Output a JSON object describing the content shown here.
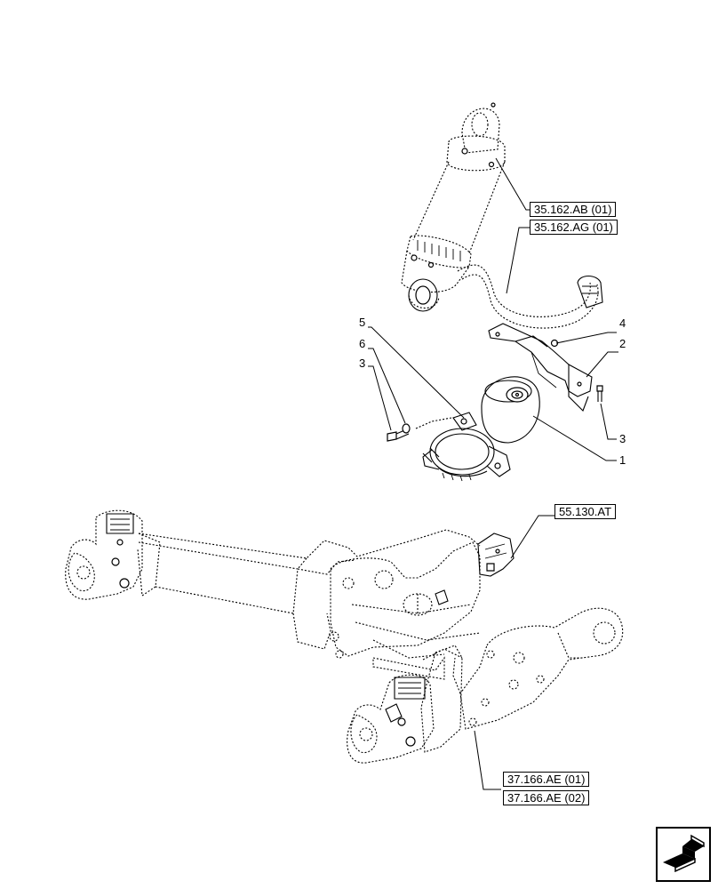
{
  "references": {
    "ref_35162ab": "35.162.AB (01)",
    "ref_35162ag": "35.162.AG (01)",
    "ref_55130at": "55.130.AT",
    "ref_37166ae01": "37.166.AE (01)",
    "ref_37166ae02": "37.166.AE (02)"
  },
  "callouts": {
    "c1": "1",
    "c2": "2",
    "c3_right": "3",
    "c3_left": "3",
    "c4": "4",
    "c5": "5",
    "c6": "6"
  },
  "nav_icon": "arrow-corner-icon"
}
